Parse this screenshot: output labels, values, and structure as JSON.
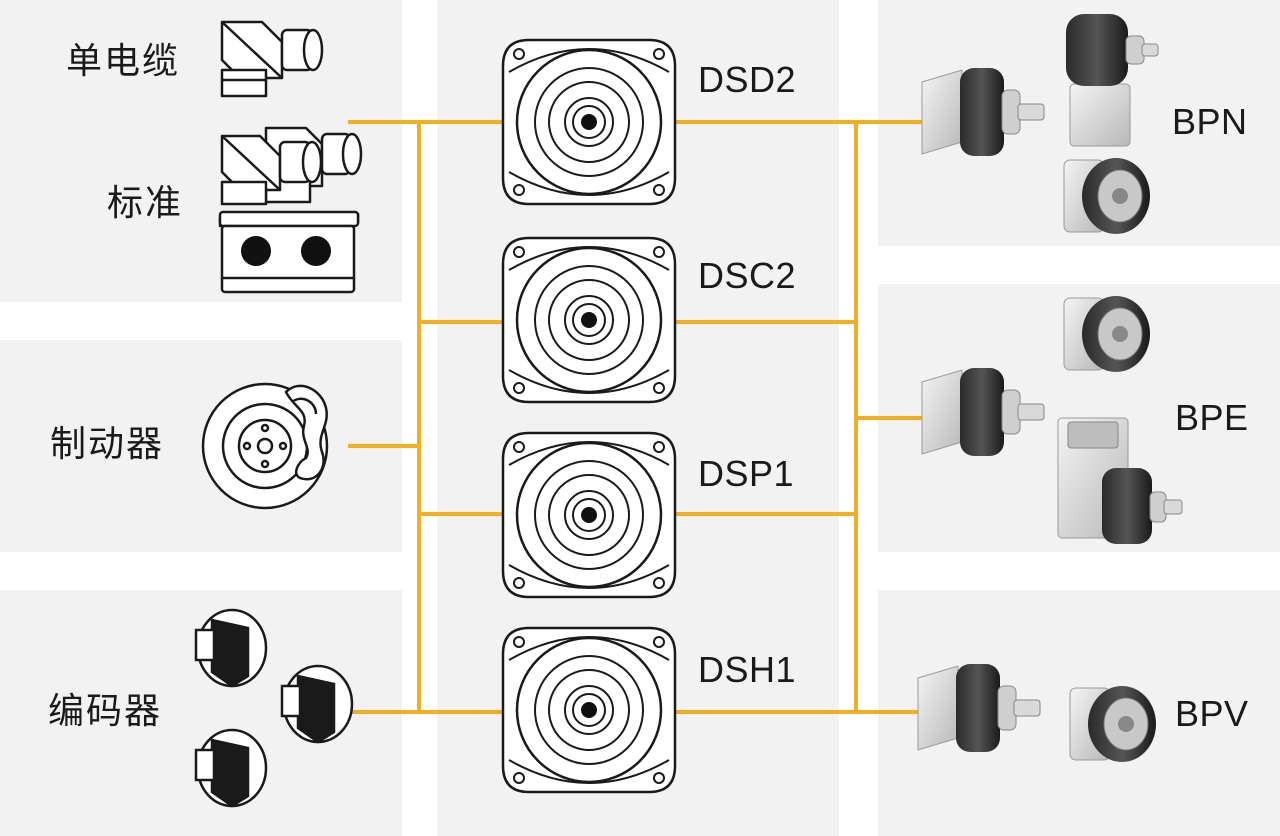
{
  "left_groups": [
    {
      "id": "single-cable",
      "label": "单电缆"
    },
    {
      "id": "standard",
      "label": "标准"
    },
    {
      "id": "brake",
      "label": "制动器"
    },
    {
      "id": "encoder",
      "label": "编码器"
    }
  ],
  "motors": [
    {
      "id": "dsd2",
      "label": "DSD2"
    },
    {
      "id": "dsc2",
      "label": "DSC2"
    },
    {
      "id": "dsp1",
      "label": "DSP1"
    },
    {
      "id": "dsh1",
      "label": "DSH1"
    }
  ],
  "gearboxes": [
    {
      "id": "bpn",
      "label": "BPN"
    },
    {
      "id": "bpe",
      "label": "BPE"
    },
    {
      "id": "bpv",
      "label": "BPV"
    }
  ],
  "colors": {
    "connector": "#f2b01e",
    "panel": "#f2f2f2",
    "outline": "#1a1a1a",
    "metal": "#cfcfcf"
  }
}
